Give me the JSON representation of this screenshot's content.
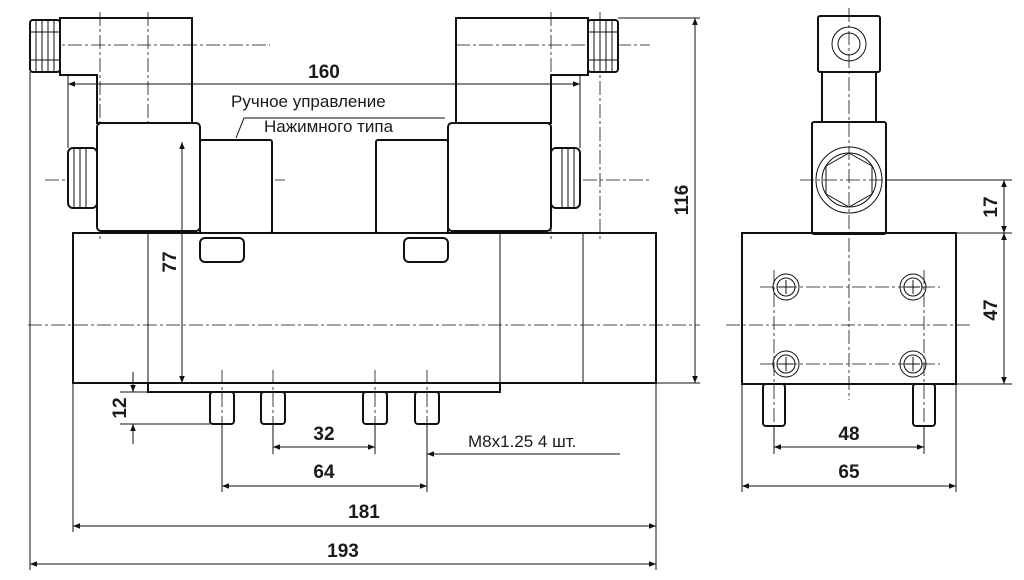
{
  "drawing": {
    "dimensions": {
      "width_160": "160",
      "height_116": "116",
      "height_77": "77",
      "height_12": "12",
      "spacing_32": "32",
      "spacing_64": "64",
      "width_181": "181",
      "width_193": "193",
      "side_17": "17",
      "side_47": "47",
      "side_48": "48",
      "side_65": "65"
    },
    "notes": {
      "manual_control": "Ручное управление",
      "push_type": "Нажимного типа",
      "thread": "M8x1.25 4 шт."
    }
  }
}
